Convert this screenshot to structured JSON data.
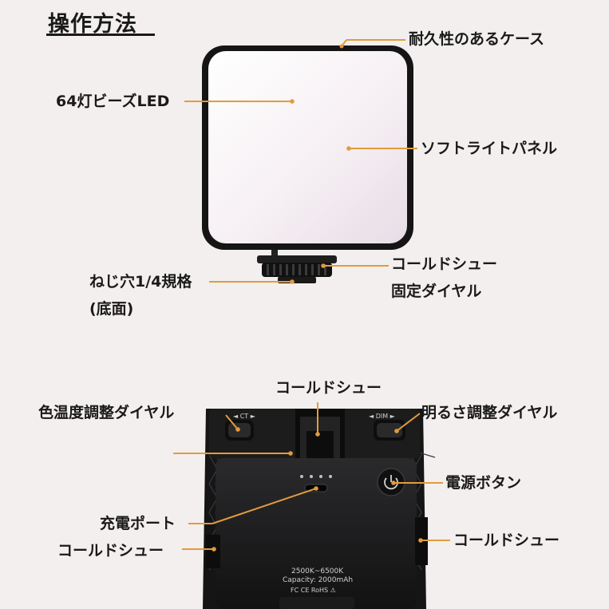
{
  "title": "操作方法",
  "top_labels": {
    "case": "耐久性のあるケース",
    "led": "64灯ビーズLED",
    "panel": "ソフトライトパネル",
    "dial_line1": "コールドシュー",
    "dial_line2": "固定ダイヤル",
    "screw_line1": "ねじ穴1/4規格",
    "screw_line2": "(底面)"
  },
  "bottom_labels": {
    "shoe_top": "コールドシュー",
    "ct_dial": "色温度調整ダイヤル",
    "dim_dial": "明るさ調整ダイヤル",
    "power": "電源ボタン",
    "charge": "充電ポート",
    "shoe_left": "コールドシュー",
    "shoe_right": "コールドシュー"
  },
  "device_text": {
    "ct": "◄ CT ►",
    "dim": "◄ DIM ►",
    "spec1": "2500K~6500K",
    "spec2": "Capacity: 2000mAh",
    "marks": "FC  CE  RoHS  ⚠"
  }
}
